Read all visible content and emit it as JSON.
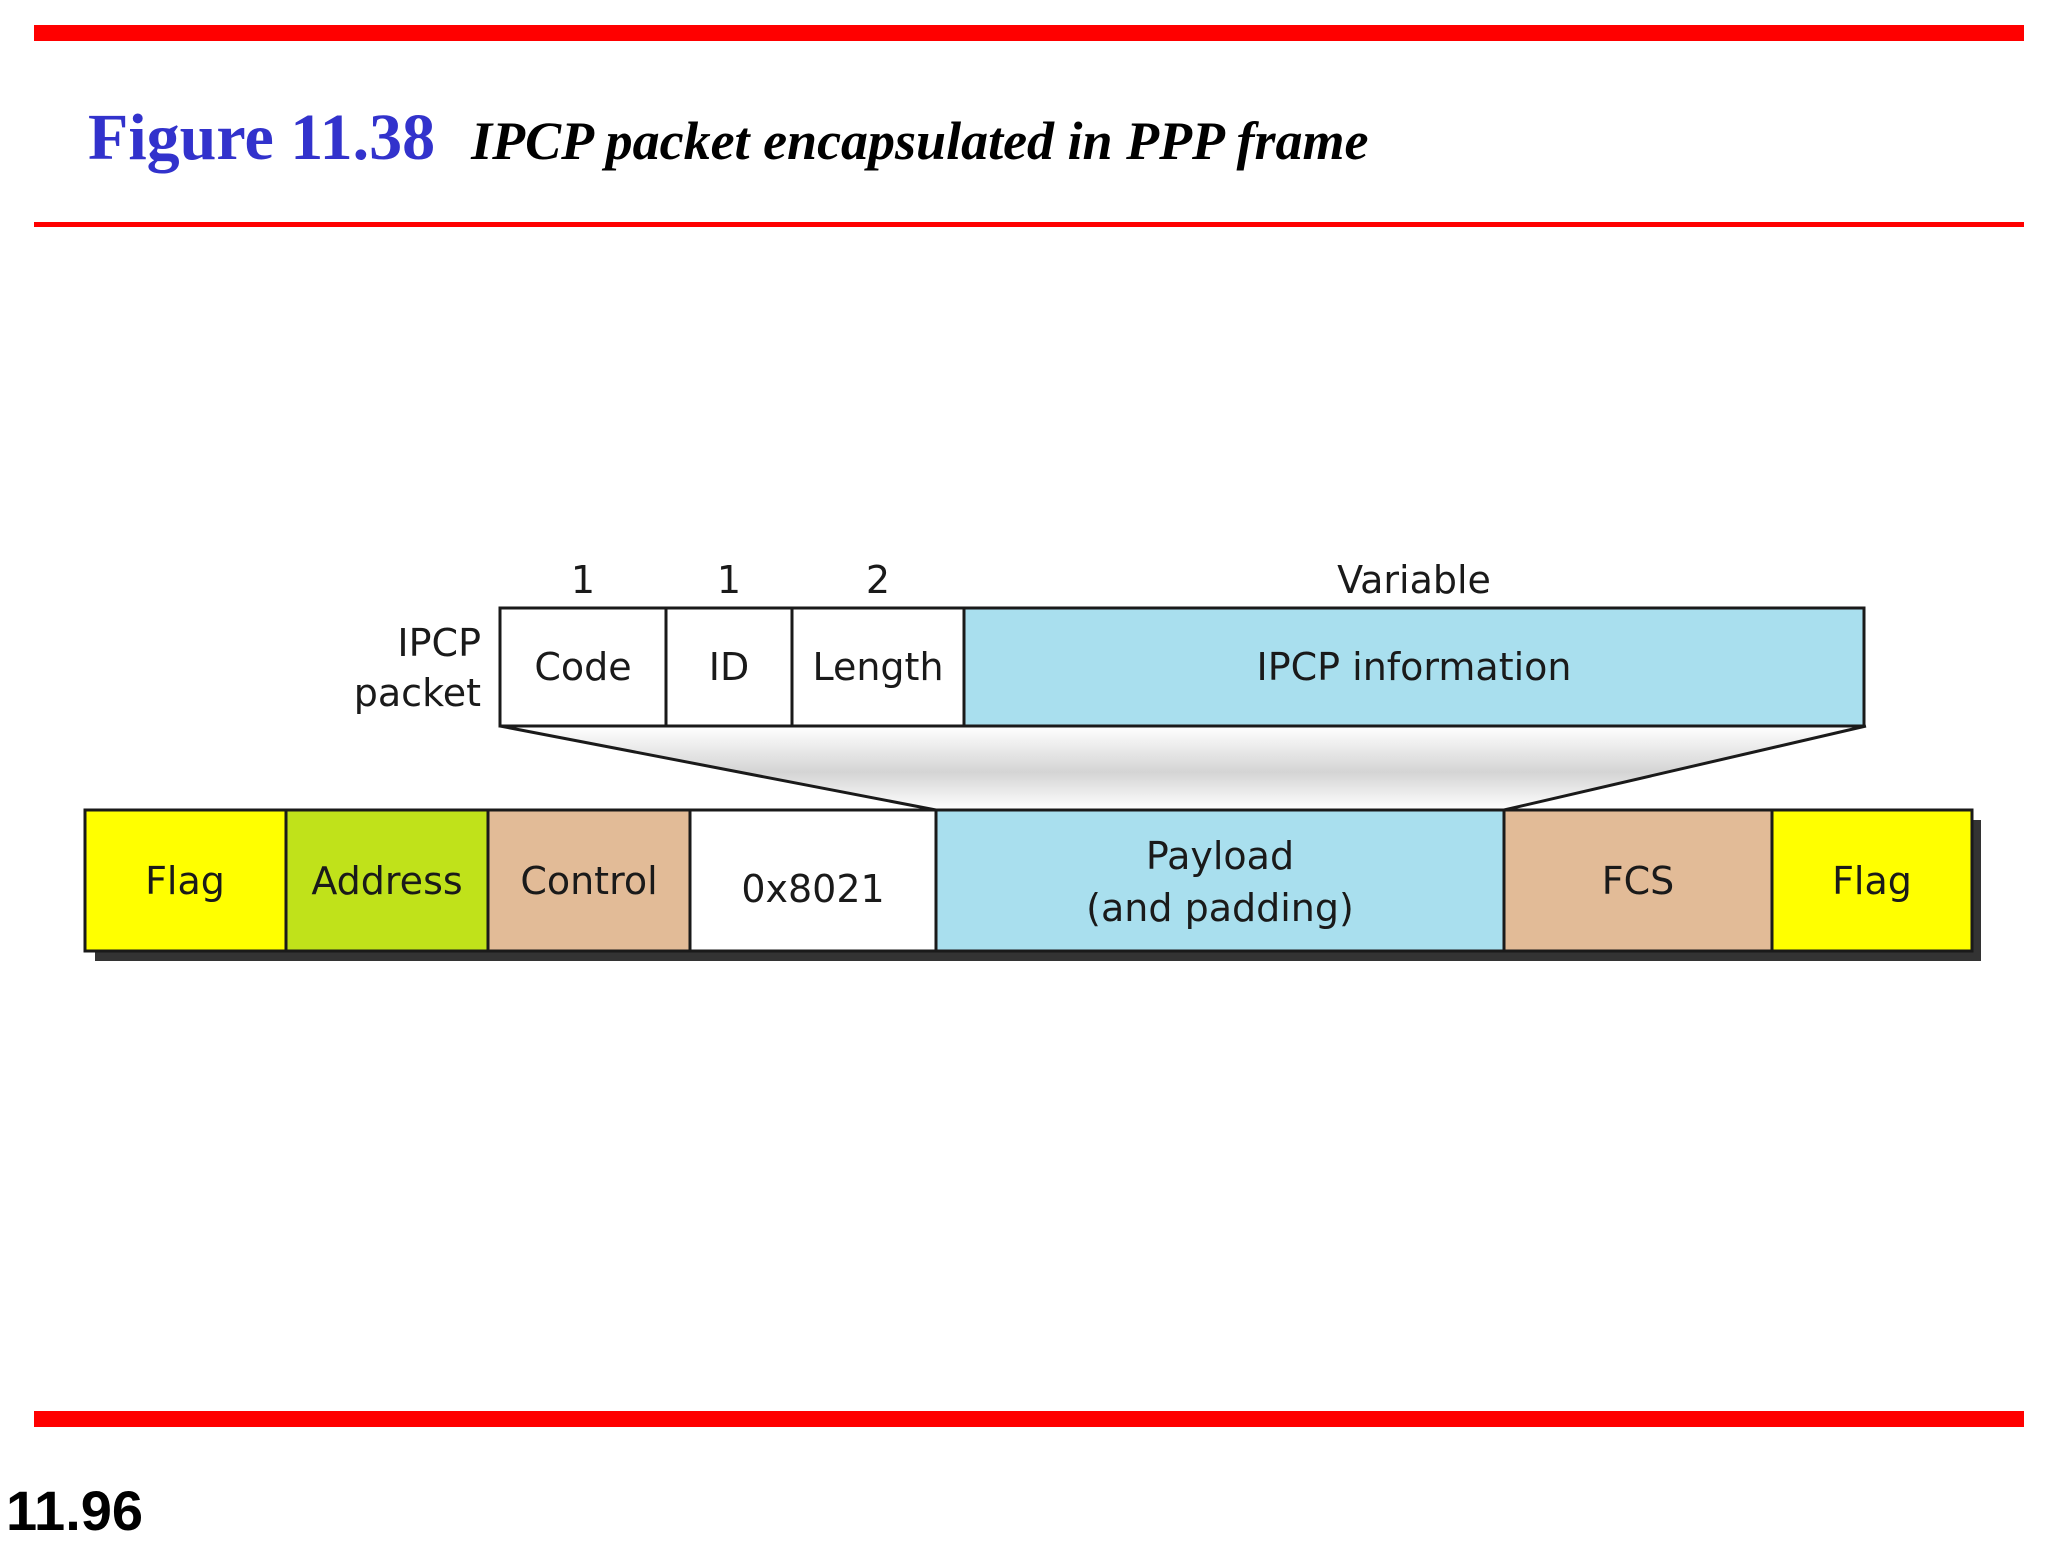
{
  "header": {
    "figure_number": "Figure 11.38",
    "caption": "IPCP packet encapsulated in PPP frame"
  },
  "footer": {
    "page_number": "11.96"
  },
  "ipcp_packet": {
    "label_line1": "IPCP",
    "label_line2": "packet",
    "fields": [
      {
        "name": "Code",
        "size": "1",
        "color": "#ffffff"
      },
      {
        "name": "ID",
        "size": "1",
        "color": "#ffffff"
      },
      {
        "name": "Length",
        "size": "2",
        "color": "#ffffff"
      },
      {
        "name": "IPCP information",
        "size": "Variable",
        "color": "#a9dfee"
      }
    ]
  },
  "ppp_frame": {
    "fields": [
      {
        "line1": "Flag",
        "line2": "",
        "color": "#ffff00"
      },
      {
        "line1": "Address",
        "line2": "",
        "color": "#c0e21a"
      },
      {
        "line1": "Control",
        "line2": "",
        "color": "#e2bb97"
      },
      {
        "line1": "0x8021",
        "line2": "",
        "color": "#ffffff"
      },
      {
        "line1": "Payload",
        "line2": "(and padding)",
        "color": "#a9dfee"
      },
      {
        "line1": "FCS",
        "line2": "",
        "color": "#e2bb97"
      },
      {
        "line1": "Flag",
        "line2": "",
        "color": "#ffff00"
      }
    ]
  },
  "colors": {
    "rule_red": "#ff0000",
    "figure_blue": "#3232cc"
  }
}
